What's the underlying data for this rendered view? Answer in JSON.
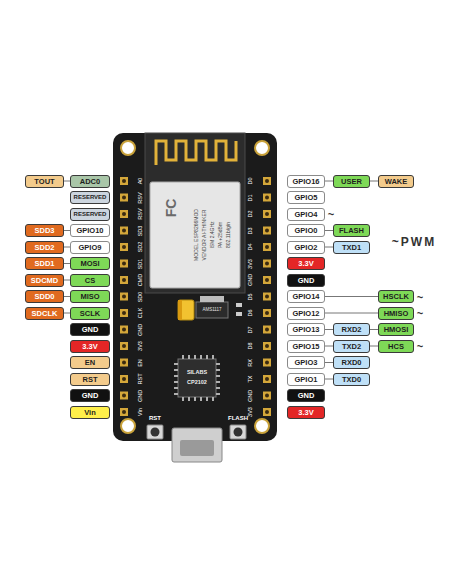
{
  "diagram": {
    "nodes": [
      {
        "text": [
          "TOUT"
        ]
      },
      {
        "text": [
          "ADC0"
        ]
      },
      {
        "text": [
          "RESERVED"
        ]
      },
      {
        "text": [
          "RESERVED"
        ]
      },
      {
        "text": [
          "SDD3"
        ]
      },
      {
        "text": [
          "GPIO10"
        ]
      },
      {
        "text": [
          "SDD2"
        ]
      },
      {
        "text": [
          "GPIO9"
        ]
      },
      {
        "text": [
          "SDD1"
        ]
      },
      {
        "text": [
          "MOSI"
        ]
      },
      {
        "text": [
          "SDCMD"
        ]
      },
      {
        "text": [
          "CS"
        ]
      },
      {
        "text": [
          "SDD0"
        ]
      },
      {
        "text": [
          "MISO"
        ]
      },
      {
        "text": [
          "SDCLK"
        ]
      },
      {
        "text": [
          "SCLK"
        ]
      },
      {
        "text": [
          "GND"
        ]
      },
      {
        "text": [
          "3.3V"
        ]
      },
      {
        "text": [
          "EN"
        ]
      },
      {
        "text": [
          "RST"
        ]
      },
      {
        "text": [
          "GND"
        ]
      },
      {
        "text": [
          "Vin"
        ]
      },
      {
        "text": [
          "GPIO16"
        ]
      },
      {
        "text": [
          "USER"
        ]
      },
      {
        "text": [
          "WAKE"
        ]
      },
      {
        "text": [
          "GPIO5"
        ]
      },
      {
        "text": [
          "GPIO4"
        ]
      },
      {
        "text": [
          "GPIO0"
        ]
      },
      {
        "text": [
          "FLASH"
        ]
      },
      {
        "text": [
          "GPIO2"
        ]
      },
      {
        "text": [
          "TXD1"
        ]
      },
      {
        "text": [
          "3.3V"
        ]
      },
      {
        "text": [
          "GND"
        ]
      },
      {
        "text": [
          "GPIO14"
        ]
      },
      {
        "text": [
          "HSCLK"
        ]
      },
      {
        "text": [
          "GPIO12"
        ]
      },
      {
        "text": [
          "HMISO"
        ]
      },
      {
        "text": [
          "GPIO13"
        ]
      },
      {
        "text": [
          "RXD2"
        ]
      },
      {
        "text": [
          "HMOSI"
        ]
      },
      {
        "text": [
          "GPIO15"
        ]
      },
      {
        "text": [
          "TXD2"
        ]
      },
      {
        "text": [
          "HCS"
        ]
      },
      {
        "text": [
          "GPIO3"
        ]
      },
      {
        "text": [
          "RXD0"
        ]
      },
      {
        "text": [
          "GPIO1"
        ]
      },
      {
        "text": [
          "TXD0"
        ]
      },
      {
        "text": [
          "GND"
        ]
      },
      {
        "text": [
          "3.3V"
        ]
      }
    ],
    "edges": [
      {
        "from": 0,
        "to": 1,
        "arrow": "none"
      },
      {
        "from": 4,
        "to": 5,
        "arrow": "none"
      },
      {
        "from": 6,
        "to": 7,
        "arrow": "none"
      },
      {
        "from": 8,
        "to": 9,
        "arrow": "none"
      },
      {
        "from": 10,
        "to": 11,
        "arrow": "none"
      },
      {
        "from": 12,
        "to": 13,
        "arrow": "none"
      },
      {
        "from": 14,
        "to": 15,
        "arrow": "none"
      },
      {
        "from": 22,
        "to": 23,
        "arrow": "none"
      },
      {
        "from": 23,
        "to": 24,
        "arrow": "none"
      },
      {
        "from": 27,
        "to": 28,
        "arrow": "none"
      },
      {
        "from": 29,
        "to": 30,
        "arrow": "none"
      },
      {
        "from": 33,
        "to": 34,
        "arrow": "none"
      },
      {
        "from": 35,
        "to": 36,
        "arrow": "none"
      },
      {
        "from": 37,
        "to": 38,
        "arrow": "none"
      },
      {
        "from": 38,
        "to": 39,
        "arrow": "none"
      },
      {
        "from": 40,
        "to": 41,
        "arrow": "none"
      },
      {
        "from": 41,
        "to": 42,
        "arrow": "none"
      },
      {
        "from": 43,
        "to": 44,
        "arrow": "none"
      },
      {
        "from": 45,
        "to": 46,
        "arrow": "none"
      }
    ],
    "labels": [
      "~",
      "~PWM",
      "~",
      "~",
      "~",
      "A0",
      "RSV",
      "RSV",
      "SD3",
      "SD2",
      "SD1",
      "CMD",
      "SD0",
      "CLK",
      "GND",
      "3V3",
      "EN",
      "RST",
      "GND",
      "Vin",
      "D0",
      "D1",
      "D2",
      "D3",
      "D4",
      "3V3",
      "GND",
      "D5",
      "D6",
      "D7",
      "D8",
      "RX",
      "TX",
      "GND",
      "3V3",
      "FC",
      "MODEL ESP8266MOD",
      "VENDOR AI-THINKER",
      "ISM 2.4GHz",
      "PA +25dBm",
      "802.11b/g/n",
      "AMS1117",
      "SILABS",
      "CP2102",
      "RST",
      "FLASH"
    ]
  }
}
